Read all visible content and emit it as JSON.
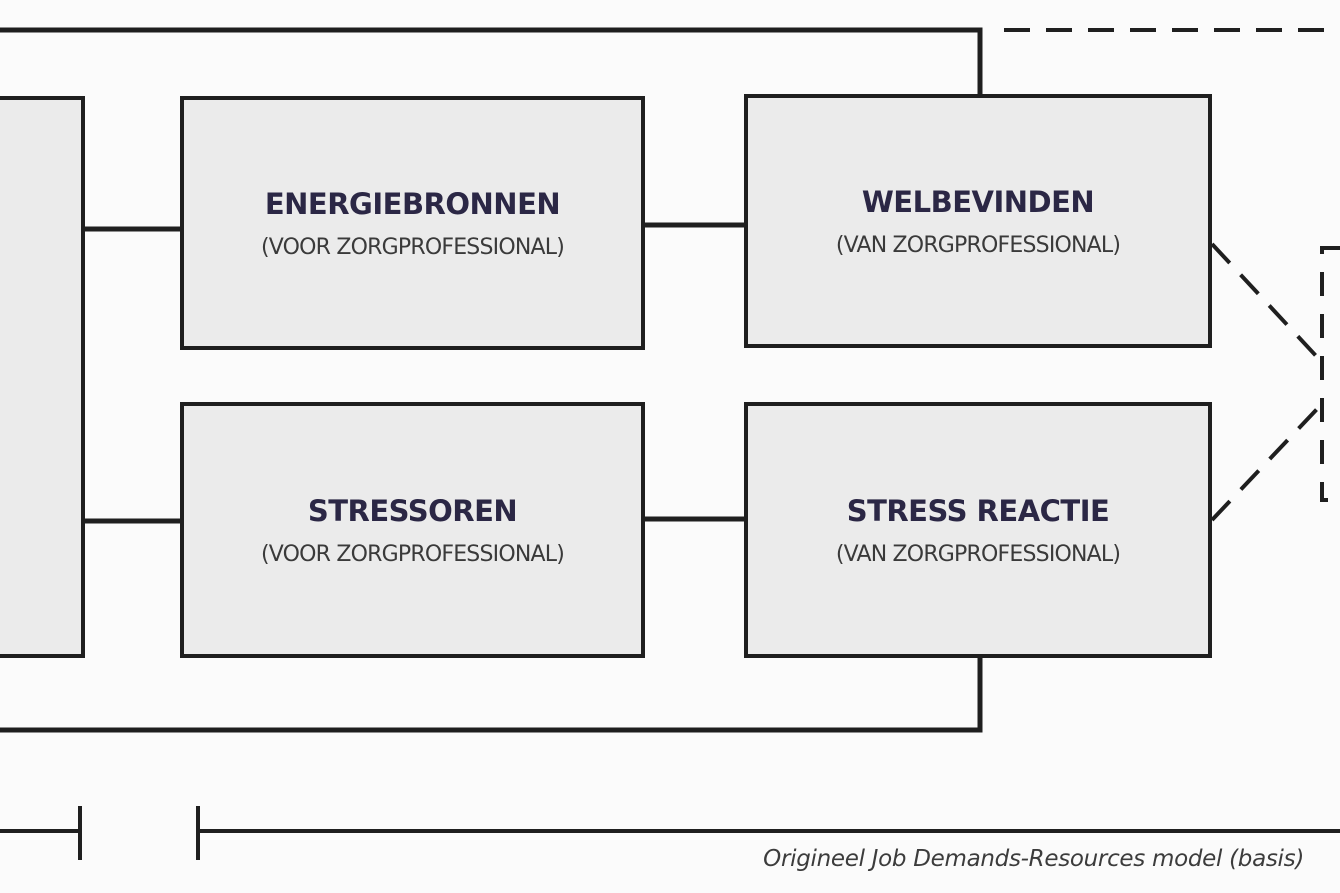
{
  "boxes": {
    "energiebronnen": {
      "title": "ENERGIEBRONNEN",
      "subtitle": "(VOOR ZORGPROFESSIONAL)"
    },
    "welbevinden": {
      "title": "WELBEVINDEN",
      "subtitle": "(VAN ZORGPROFESSIONAL)"
    },
    "stressoren": {
      "title": "STRESSOREN",
      "subtitle": "(VOOR ZORGPROFESSIONAL)"
    },
    "stress_reactie": {
      "title": "STRESS REACTIE",
      "subtitle": "(VAN ZORGPROFESSIONAL)"
    }
  },
  "caption": "Origineel Job Demands-Resources model (basis)",
  "colors": {
    "background": "#fbfbfb",
    "box_fill": "#ebebeb",
    "line": "#1f1f1f",
    "title_text": "#2b2745"
  }
}
